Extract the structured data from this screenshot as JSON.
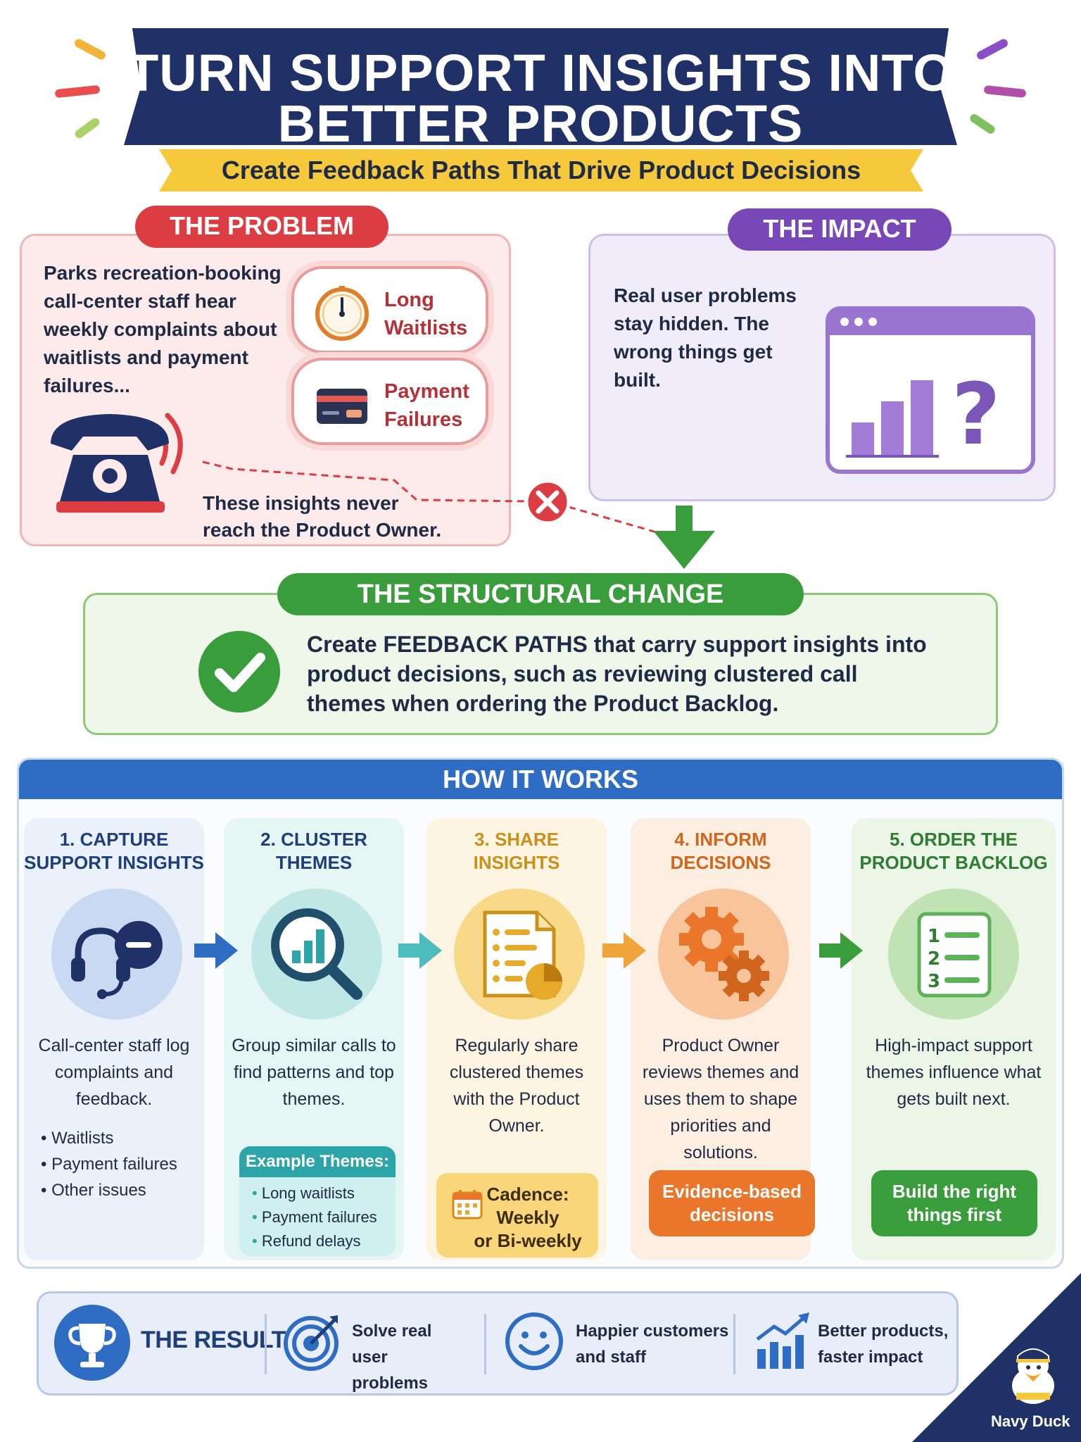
{
  "header": {
    "title_line1": "TURN SUPPORT INSIGHTS INTO",
    "title_line2": "BETTER PRODUCTS",
    "subtitle": "Create Feedback Paths That Drive Product Decisions"
  },
  "problem": {
    "tag": "THE PROBLEM",
    "text": "Parks recreation-booking call-center staff hear weekly complaints about waitlists and payment failures...",
    "chip_waitlists_1": "Long",
    "chip_waitlists_2": "Waitlists",
    "chip_payment_1": "Payment",
    "chip_payment_2": "Failures",
    "never_reach": "These insights never reach the Product Owner."
  },
  "impact": {
    "tag": "THE IMPACT",
    "text": "Real user problems stay hidden. The wrong things get built."
  },
  "change": {
    "tag": "THE STRUCTURAL CHANGE",
    "text": "Create FEEDBACK PATHS that carry support insights into product decisions, such as reviewing clustered call themes when ordering the Product Backlog."
  },
  "how": {
    "header": "HOW IT WORKS",
    "steps": [
      {
        "title_1": "1. CAPTURE",
        "title_2": "SUPPORT INSIGHTS",
        "desc": "Call-center staff log complaints and feedback.",
        "bullets": [
          "Waitlists",
          "Payment failures",
          "Other issues"
        ]
      },
      {
        "title_1": "2. CLUSTER",
        "title_2": "THEMES",
        "desc": "Group similar calls to find patterns and top themes.",
        "example_head": "Example Themes:",
        "examples": [
          "Long waitlists",
          "Payment failures",
          "Refund delays"
        ]
      },
      {
        "title_1": "3. SHARE",
        "title_2": "INSIGHTS",
        "desc": "Regularly share clustered themes with the Product Owner.",
        "cadence_1": "Cadence:",
        "cadence_2": "Weekly",
        "cadence_3": "or Bi-weekly"
      },
      {
        "title_1": "4. INFORM",
        "title_2": "DECISIONS",
        "desc": "Product Owner reviews themes and uses them to shape priorities and solutions.",
        "badge_1": "Evidence-based",
        "badge_2": "decisions"
      },
      {
        "title_1": "5. ORDER THE",
        "title_2": "PRODUCT BACKLOG",
        "desc": "High-impact support themes influence what gets built next.",
        "badge_1": "Build the right",
        "badge_2": "things first"
      }
    ]
  },
  "result": {
    "label": "THE RESULT",
    "items": [
      {
        "line1": "Solve real user",
        "line2": "problems"
      },
      {
        "line1": "Happier customers",
        "line2": "and staff"
      },
      {
        "line1": "Better products,",
        "line2": "faster impact"
      }
    ]
  },
  "brand": {
    "name": "Navy Duck"
  },
  "icons": {
    "clock": "clock-icon",
    "card": "credit-card-icon",
    "phone": "telephone-icon",
    "browser": "browser-chart-question-icon",
    "check": "check-circle-icon",
    "headset": "headset-chat-icon",
    "magnifier": "magnifier-chart-icon",
    "document": "document-pie-icon",
    "gears": "gears-icon",
    "list": "numbered-list-icon",
    "trophy": "trophy-icon",
    "target": "target-icon",
    "smile": "smile-icon",
    "growth": "growth-chart-icon",
    "calendar": "calendar-icon"
  },
  "colors": {
    "navy": "#1f3166",
    "yellow": "#f6c83c",
    "red": "#dc3d42",
    "purple": "#7848b8",
    "green": "#3a9d3c",
    "blue": "#2f6cc3",
    "teal": "#2ba5a8",
    "gold": "#e6a92a",
    "orange": "#e9762b",
    "leaf": "#5eb15a"
  }
}
